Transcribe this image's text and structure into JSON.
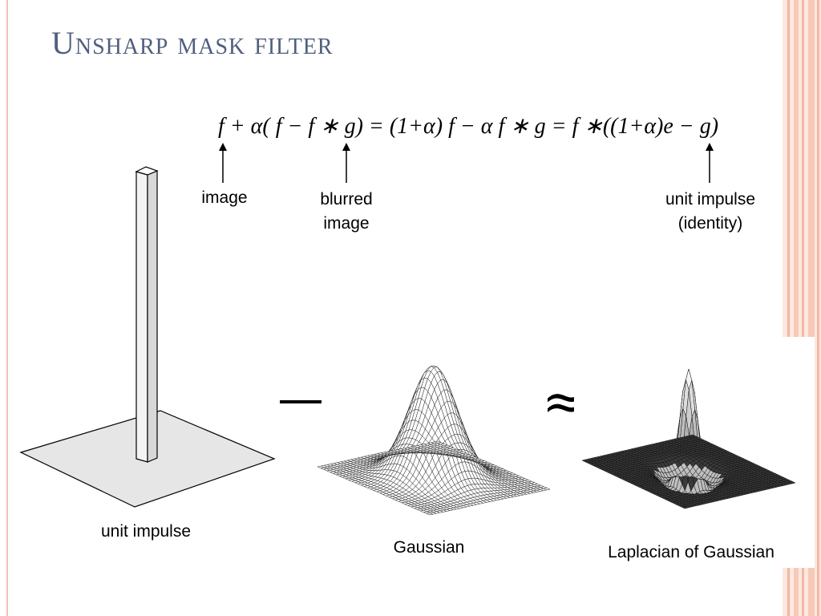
{
  "slide": {
    "title": "Unsharp mask filter",
    "formula": "f + α( f − f ∗ g) = (1+α) f − α f ∗ g = f ∗((1+α)e − g)"
  },
  "annotations": {
    "image_label": "image",
    "blurred_label_line1": "blurred",
    "blurred_label_line2": "image",
    "identity_label_line1": "unit impulse",
    "identity_label_line2": "(identity)"
  },
  "figures": {
    "impulse_caption": "unit impulse",
    "gaussian_caption": "Gaussian",
    "log_caption": "Laplacian of Gaussian",
    "minus_symbol": "−",
    "approx_symbol": "≈"
  },
  "colors": {
    "title": "#4f5f7e",
    "stripe_light": "#fbe3d9",
    "stripe_dark": "#f2b8a4",
    "plane_fill": "#e6e6e6",
    "log_fill": "#3a3a3a"
  }
}
